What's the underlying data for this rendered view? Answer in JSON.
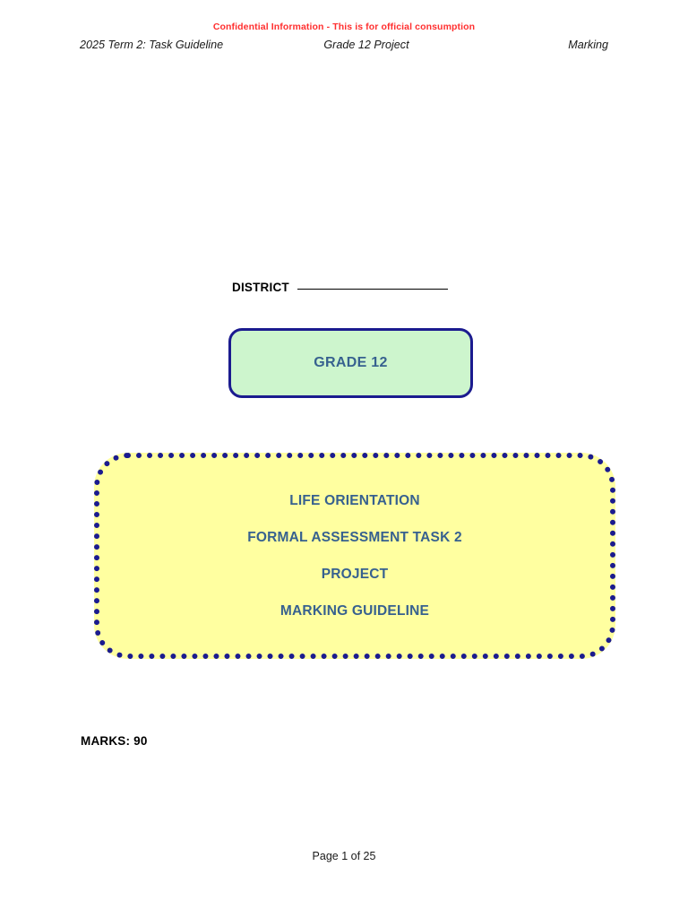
{
  "document": {
    "confidential_notice": "Confidential Information - This is for official consumption",
    "header": {
      "left": "2025 Term 2: Task Guideline",
      "center": "Grade 12 Project",
      "right": "Marking"
    },
    "district": {
      "label": "DISTRICT",
      "value": ""
    },
    "grade_box": {
      "text": "GRADE 12",
      "fill_color": "#CDF5CD",
      "border_color": "#1B1B8F",
      "text_color": "#37618F"
    },
    "subject_box": {
      "lines": [
        "LIFE ORIENTATION",
        "FORMAL ASSESSMENT TASK 2",
        "PROJECT",
        "MARKING GUIDELINE"
      ],
      "fill_color": "#FFFFA0",
      "border_color": "#1B1B8F",
      "text_color": "#37618F"
    },
    "marks": "MARKS: 90",
    "footer": "Page 1 of 25",
    "accent_colors": {
      "confidential_red": "#FF2F2F",
      "heading_blue": "#37618F",
      "border_navy": "#1B1B8F"
    }
  }
}
